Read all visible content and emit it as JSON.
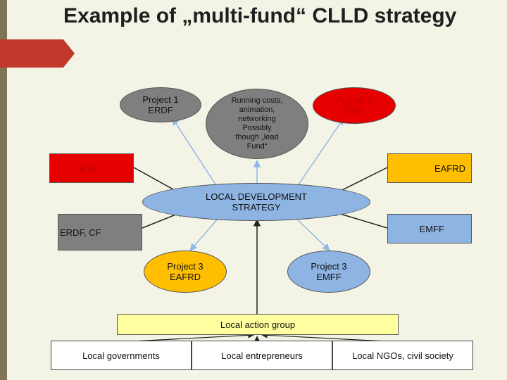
{
  "title": "Example of „multi-fund“ CLLD strategy",
  "nodes": {
    "project1": "Project 1\nERDF",
    "running_costs": "Running costs,\nanimation,\nnetworking\nPossibly\nthough „lead\nFund“",
    "project2": "Project 2\nESF",
    "esf": "ESF",
    "eafrd": "EAFRD",
    "lds": "LOCAL DEVELOPMENT\nSTRATEGY",
    "erdf_cf": "ERDF, CF",
    "emff": "EMFF",
    "project3_eafrd": "Project 3\nEAFRD",
    "project3_emff": "Project 3\nEMFF",
    "lag": "Local action group"
  },
  "partners": [
    "Local governments",
    "Local entrepreneurs",
    "Local NGOs, civil society"
  ],
  "colors": {
    "red": "#e60000",
    "orange": "#ffbf00",
    "gray": "#7f7f7f",
    "blue": "#8db4e2",
    "light_yellow": "#ffffa0",
    "arrow_light": "#8fb8e8"
  }
}
